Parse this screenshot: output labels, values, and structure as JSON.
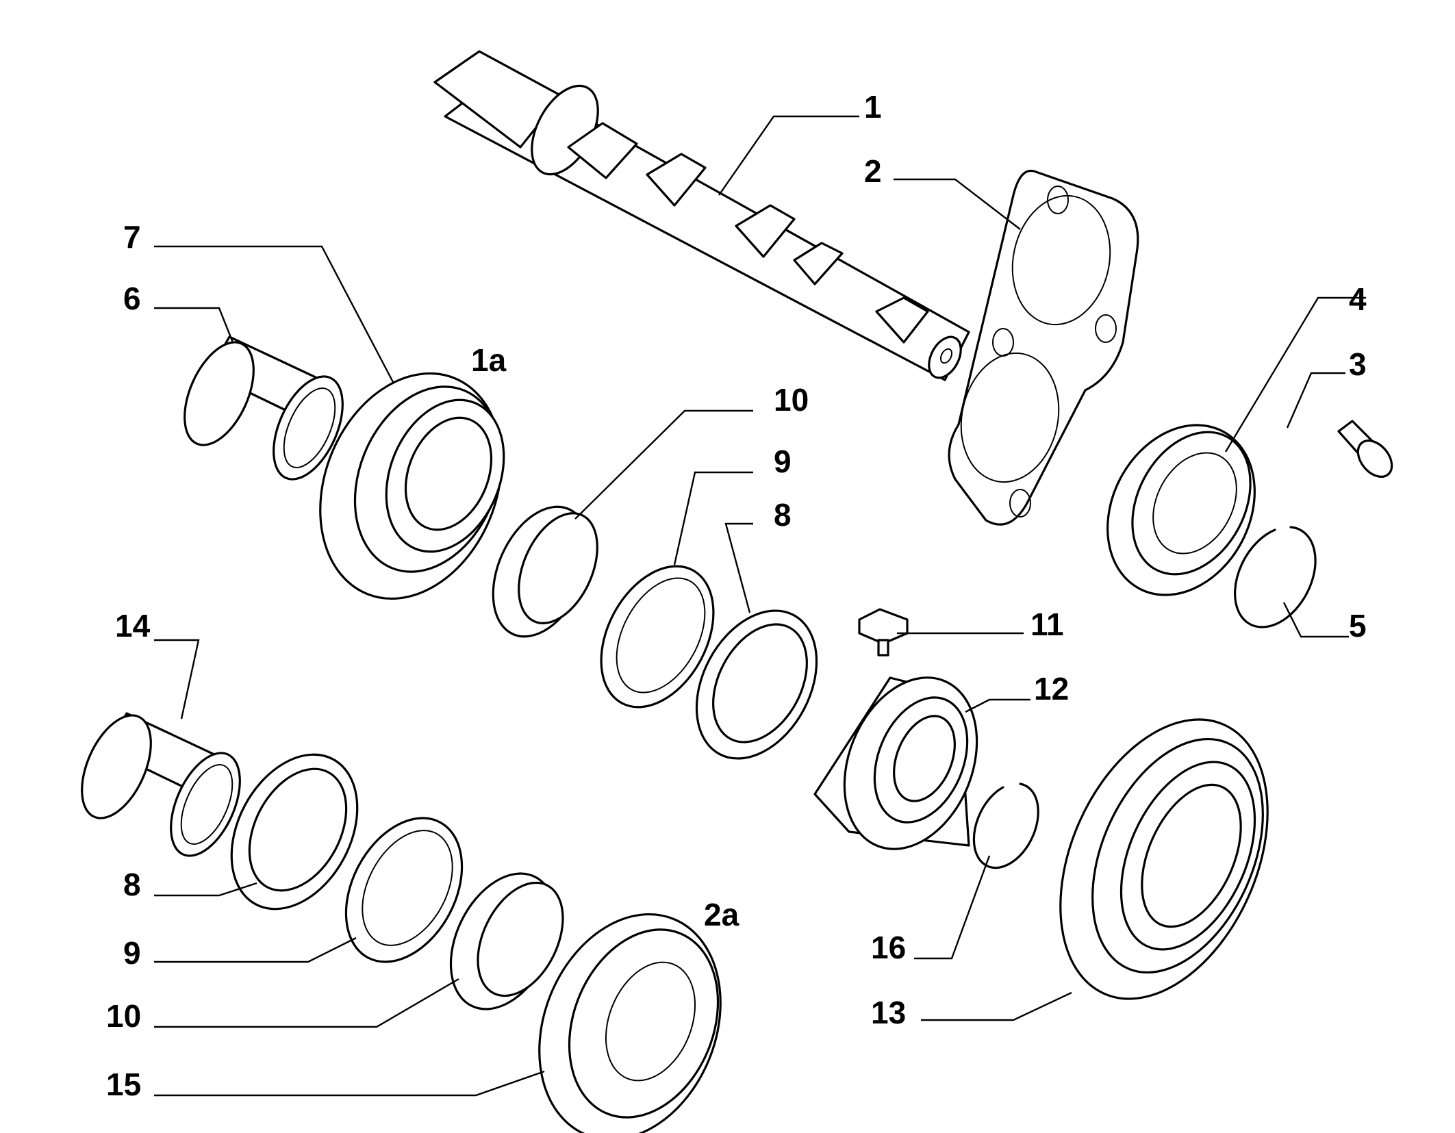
{
  "diagram": {
    "callouts": {
      "c1": "1",
      "c1a": "1a",
      "c2": "2",
      "c2a": "2a",
      "c3": "3",
      "c4": "4",
      "c5": "5",
      "c6": "6",
      "c7": "7",
      "c8a": "8",
      "c8b": "8",
      "c9a": "9",
      "c9b": "9",
      "c10a": "10",
      "c10b": "10",
      "c11": "11",
      "c12": "12",
      "c13": "13",
      "c14": "14",
      "c15": "15",
      "c16": "16"
    }
  }
}
